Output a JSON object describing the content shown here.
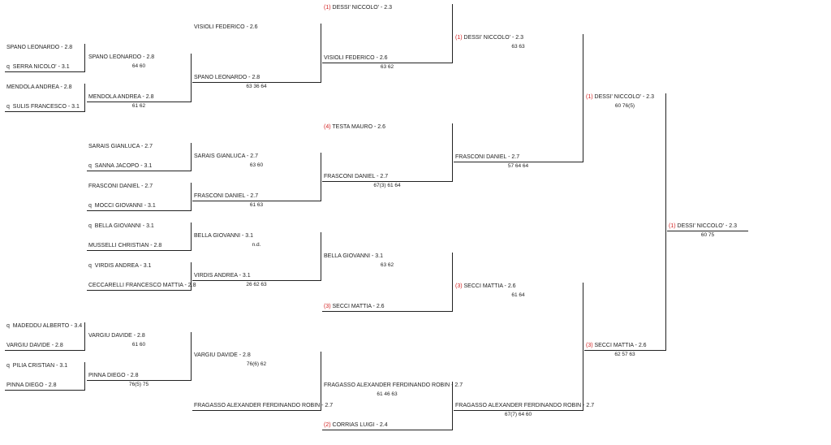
{
  "slots": [
    {
      "name": "Q1 SPANO LEONARDO",
      "seed": "",
      "q": "",
      "player": "SPANO LEONARDO - 2.8",
      "score": ""
    },
    {
      "name": "Q2 SERRA NICOLO'",
      "seed": "",
      "q": "q",
      "player": "SERRA NICOLO' - 3.1",
      "score": ""
    },
    {
      "name": "Q3 MENDOLA ANDREA",
      "seed": "",
      "q": "",
      "player": "MENDOLA ANDREA - 2.8",
      "score": ""
    },
    {
      "name": "Q4 SULIS FRANCESCO",
      "seed": "",
      "q": "q",
      "player": "SULIS FRANCESCO - 3.1",
      "score": ""
    },
    {
      "name": "Q5 MADEDDU ALBERTO",
      "seed": "",
      "q": "q",
      "player": "MADEDDU ALBERTO - 3.4",
      "score": ""
    },
    {
      "name": "Q6 VARGIU DAVIDE",
      "seed": "",
      "q": "",
      "player": "VARGIU DAVIDE - 2.8",
      "score": ""
    },
    {
      "name": "Q7 PILIA CRISTIAN",
      "seed": "",
      "q": "q",
      "player": "PILIA CRISTIAN - 3.1",
      "score": ""
    },
    {
      "name": "Q8 PINNA DIEGO",
      "seed": "",
      "q": "",
      "player": "PINNA DIEGO - 2.8",
      "score": ""
    },
    {
      "name": "R1 SPANO LEONARDO",
      "seed": "",
      "q": "",
      "player": "SPANO LEONARDO - 2.8",
      "score": "64 60"
    },
    {
      "name": "R2 MENDOLA ANDREA",
      "seed": "",
      "q": "",
      "player": "MENDOLA ANDREA - 2.8",
      "score": "61 62"
    },
    {
      "name": "R3 SARAIS GIANLUCA",
      "seed": "",
      "q": "",
      "player": "SARAIS GIANLUCA - 2.7",
      "score": ""
    },
    {
      "name": "R4 SANNA JACOPO",
      "seed": "",
      "q": "q",
      "player": "SANNA JACOPO - 3.1",
      "score": ""
    },
    {
      "name": "R5 FRASCONI DANIEL",
      "seed": "",
      "q": "",
      "player": "FRASCONI DANIEL - 2.7",
      "score": ""
    },
    {
      "name": "R6 MOCCI GIOVANNI",
      "seed": "",
      "q": "q",
      "player": "MOCCI GIOVANNI - 3.1",
      "score": ""
    },
    {
      "name": "R7 BELLA GIOVANNI",
      "seed": "",
      "q": "q",
      "player": "BELLA GIOVANNI - 3.1",
      "score": ""
    },
    {
      "name": "R8 MUSSELLI CHRISTIAN",
      "seed": "",
      "q": "",
      "player": "MUSSELLI CHRISTIAN - 2.8",
      "score": ""
    },
    {
      "name": "R9 VIRDIS ANDREA",
      "seed": "",
      "q": "q",
      "player": "VIRDIS ANDREA - 3.1",
      "score": ""
    },
    {
      "name": "R10 CECCARELLI FRANCESCO MATTIA",
      "seed": "",
      "q": "",
      "player": "CECCARELLI FRANCESCO MATTIA - 2.8",
      "score": ""
    },
    {
      "name": "R11 VARGIU DAVIDE",
      "seed": "",
      "q": "",
      "player": "VARGIU DAVIDE - 2.8",
      "score": "61 60"
    },
    {
      "name": "R12 PINNA DIEGO",
      "seed": "",
      "q": "",
      "player": "PINNA DIEGO - 2.8",
      "score": "76(5) 75"
    },
    {
      "name": "S1 VISIOLI FEDERICO",
      "seed": "",
      "q": "",
      "player": "VISIOLI FEDERICO - 2.6",
      "score": ""
    },
    {
      "name": "S2 SPANO LEONARDO",
      "seed": "",
      "q": "",
      "player": "SPANO LEONARDO - 2.8",
      "score": "63 36 64"
    },
    {
      "name": "S3 SARAIS GIANLUCA",
      "seed": "",
      "q": "",
      "player": "SARAIS GIANLUCA - 2.7",
      "score": "63 60"
    },
    {
      "name": "S4 FRASCONI DANIEL",
      "seed": "",
      "q": "",
      "player": "FRASCONI DANIEL - 2.7",
      "score": "61 63"
    },
    {
      "name": "S5 BELLA GIOVANNI",
      "seed": "",
      "q": "",
      "player": "BELLA GIOVANNI - 3.1",
      "score": "n.d."
    },
    {
      "name": "S6 VIRDIS ANDREA",
      "seed": "",
      "q": "",
      "player": "VIRDIS ANDREA - 3.1",
      "score": "26 62 63"
    },
    {
      "name": "S7 VARGIU DAVIDE",
      "seed": "",
      "q": "",
      "player": "VARGIU DAVIDE - 2.8",
      "score": "76(6) 62"
    },
    {
      "name": "S8 FRAGASSO ALEXANDER FERDINANDO ROBIN",
      "seed": "",
      "q": "",
      "player": "FRAGASSO ALEXANDER FERDINANDO ROBIN - 2.7",
      "score": ""
    },
    {
      "name": "T1 DESSI' NICCOLO'",
      "seed": "(1)",
      "q": "",
      "player": "DESSI' NICCOLO' - 2.3",
      "score": ""
    },
    {
      "name": "T2 VISIOLI FEDERICO",
      "seed": "",
      "q": "",
      "player": "VISIOLI FEDERICO - 2.6",
      "score": "63 62"
    },
    {
      "name": "T3 TESTA MAURO",
      "seed": "(4)",
      "q": "",
      "player": "TESTA MAURO - 2.6",
      "score": ""
    },
    {
      "name": "T4 FRASCONI DANIEL",
      "seed": "",
      "q": "",
      "player": "FRASCONI DANIEL - 2.7",
      "score": "67(3) 61 64"
    },
    {
      "name": "T5 BELLA GIOVANNI",
      "seed": "",
      "q": "",
      "player": "BELLA GIOVANNI - 3.1",
      "score": "63 62"
    },
    {
      "name": "T6 SECCI MATTIA",
      "seed": "(3)",
      "q": "",
      "player": "SECCI MATTIA - 2.6",
      "score": ""
    },
    {
      "name": "T7 FRAGASSO ALEXANDER FERDINANDO ROBIN",
      "seed": "",
      "q": "",
      "player": "FRAGASSO ALEXANDER FERDINANDO ROBIN - 2.7",
      "score": "61 46 63"
    },
    {
      "name": "T8 CORRIAS LUIGI",
      "seed": "(2)",
      "q": "",
      "player": "CORRIAS LUIGI - 2.4",
      "score": ""
    },
    {
      "name": "U1 DESSI' NICCOLO'",
      "seed": "(1)",
      "q": "",
      "player": "DESSI' NICCOLO' - 2.3",
      "score": "63 63"
    },
    {
      "name": "U2 FRASCONI DANIEL",
      "seed": "",
      "q": "",
      "player": "FRASCONI DANIEL - 2.7",
      "score": "57 64 64"
    },
    {
      "name": "U3 SECCI MATTIA",
      "seed": "(3)",
      "q": "",
      "player": "SECCI MATTIA - 2.6",
      "score": "61 64"
    },
    {
      "name": "U4 FRAGASSO ALEXANDER FERDINANDO ROBIN",
      "seed": "",
      "q": "",
      "player": "FRAGASSO ALEXANDER FERDINANDO ROBIN - 2.7",
      "score": "67(7) 64 60"
    },
    {
      "name": "V1 DESSI' NICCOLO'",
      "seed": "(1)",
      "q": "",
      "player": "DESSI' NICCOLO' - 2.3",
      "score": "60 76(5)"
    },
    {
      "name": "V2 SECCI MATTIA",
      "seed": "(3)",
      "q": "",
      "player": "SECCI MATTIA - 2.6",
      "score": "62 57 63"
    },
    {
      "name": "W1 DESSI' NICCOLO'",
      "seed": "(1)",
      "q": "",
      "player": "DESSI' NICCOLO' - 2.3",
      "score": "60 75"
    }
  ]
}
